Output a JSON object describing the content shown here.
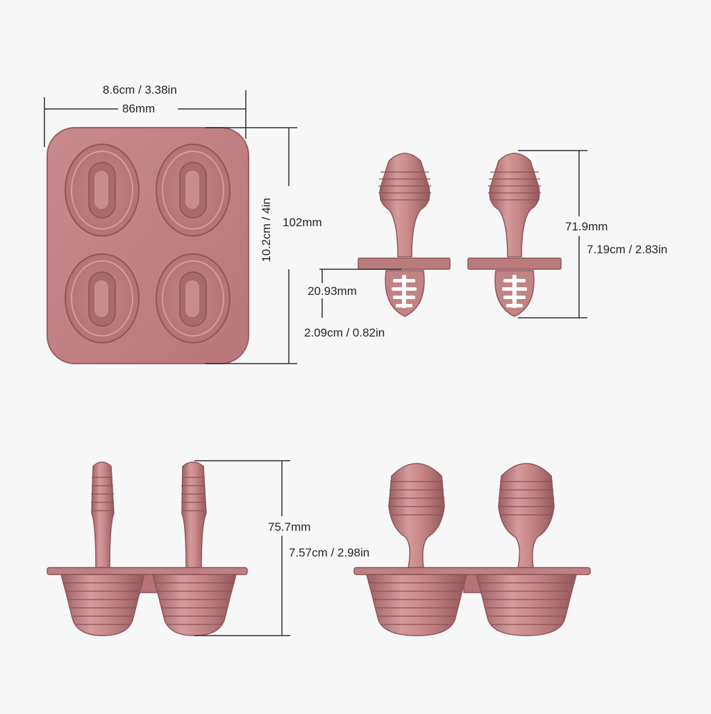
{
  "colors": {
    "silicone": "#bd7d7e",
    "silicone_dark": "#9b5f62",
    "silicone_light": "#dda2a3",
    "dimension_line": "#2b2e36",
    "background": "#f7f7f8"
  },
  "tray_top_view": {
    "width_label": "8.6cm / 3.38in",
    "width_mm": "86mm",
    "height_cm_in": "10.2cm / 4in",
    "height_mm": "102mm"
  },
  "teether_front_view": {
    "height_mm": "71.9mm",
    "height_cm_in": "7.19cm / 2.83in",
    "base_mm": "20.93mm",
    "base_cm_in": "2.09cm / 0.82in"
  },
  "mold_side_view": {
    "height_mm": "75.7mm",
    "height_cm_in": "7.57cm / 2.98in"
  }
}
